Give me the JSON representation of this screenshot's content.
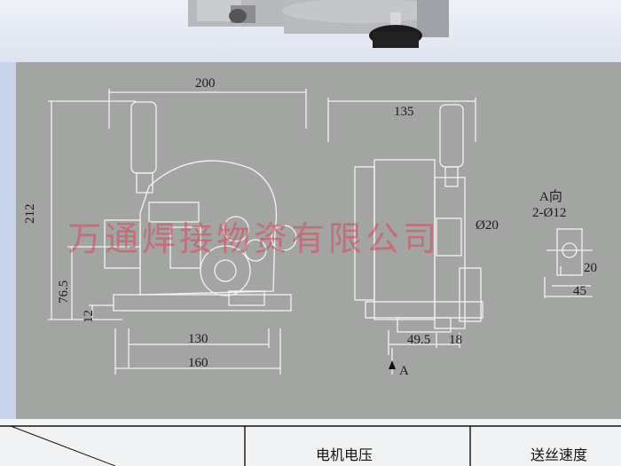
{
  "drawing": {
    "front": {
      "width": "200",
      "height": "212",
      "h_76_5": "76.5",
      "h_12": "12",
      "base_130": "130",
      "base_160": "160"
    },
    "side": {
      "width": "135",
      "bore": "Ø20",
      "off_49_5": "49.5",
      "off_18": "18",
      "arrow": "A"
    },
    "detail": {
      "title": "A向",
      "holes": "2-Ø12",
      "d20": "20",
      "d45": "45"
    }
  },
  "watermark": "万通焊接物资有限公司",
  "table": {
    "col_motor_voltage": "电机电压",
    "col_feed_speed": "送丝速度"
  },
  "colors": {
    "panel": "#a3a5a3",
    "line": "#f2f2f2",
    "watermark": "#d8465a"
  }
}
